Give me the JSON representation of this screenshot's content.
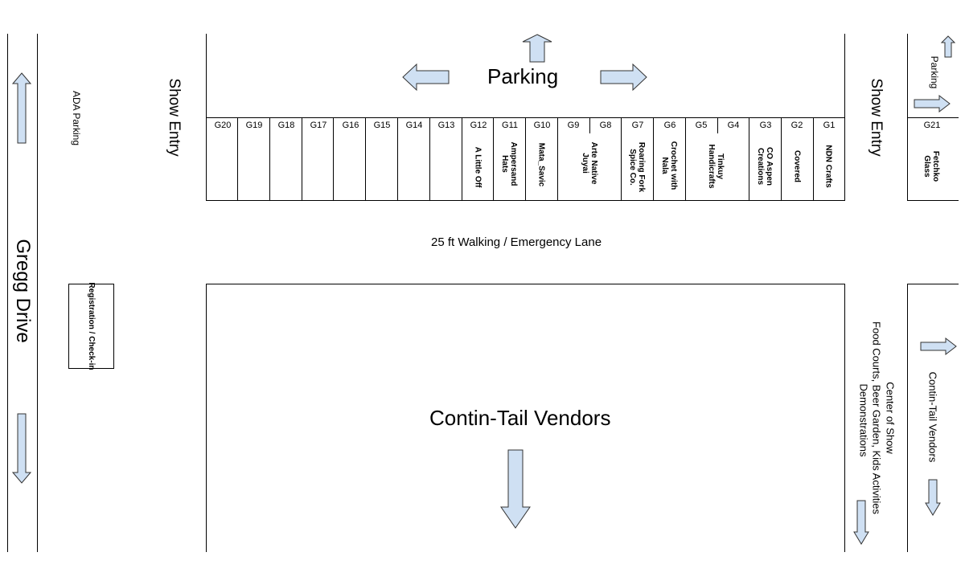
{
  "labels": {
    "parking": "Parking",
    "parking_small": "Parking",
    "show_entry_left": "Show Entry",
    "show_entry_right": "Show Entry",
    "ada_parking": "ADA Parking",
    "road": "Gregg Drive",
    "walking_lane": "25 ft Walking / Emergency Lane",
    "registration": "Registration / Check-in",
    "contin_tail_main": "Contin-Tail Vendors",
    "contin_tail_side": "Contin-Tail Vendors",
    "center_of_show": "Center of Show",
    "food_courts": "Food Courts, Beer Garden, Kids Activities",
    "demonstrations": "Demonstrations"
  },
  "booths": [
    {
      "id": "G20",
      "name": ""
    },
    {
      "id": "G19",
      "name": ""
    },
    {
      "id": "G18",
      "name": ""
    },
    {
      "id": "G17",
      "name": ""
    },
    {
      "id": "G16",
      "name": ""
    },
    {
      "id": "G15",
      "name": ""
    },
    {
      "id": "G14",
      "name": ""
    },
    {
      "id": "G13",
      "name": ""
    },
    {
      "id": "G12",
      "name": "A Little Off"
    },
    {
      "id": "G11",
      "name": "Ampersand Hats"
    },
    {
      "id": "G10",
      "name": "Mata_Savic"
    },
    {
      "id": "G9",
      "name": "Arte Native Juyai"
    },
    {
      "id": "G8",
      "name": ""
    },
    {
      "id": "G7",
      "name": "Roaring Fork Spice Co."
    },
    {
      "id": "G6",
      "name": "Crochet with Nala"
    },
    {
      "id": "G5",
      "name": "Tinkuy Handicrafts"
    },
    {
      "id": "G4",
      "name": ""
    },
    {
      "id": "G3",
      "name": "CO Aspen Creations"
    },
    {
      "id": "G2",
      "name": "Covered"
    },
    {
      "id": "G1",
      "name": "NDN Crafts"
    },
    {
      "id": "G21",
      "name": "Fetchko Glass"
    }
  ],
  "colors": {
    "arrow_fill": "#cfe0f3",
    "line": "#000000"
  }
}
